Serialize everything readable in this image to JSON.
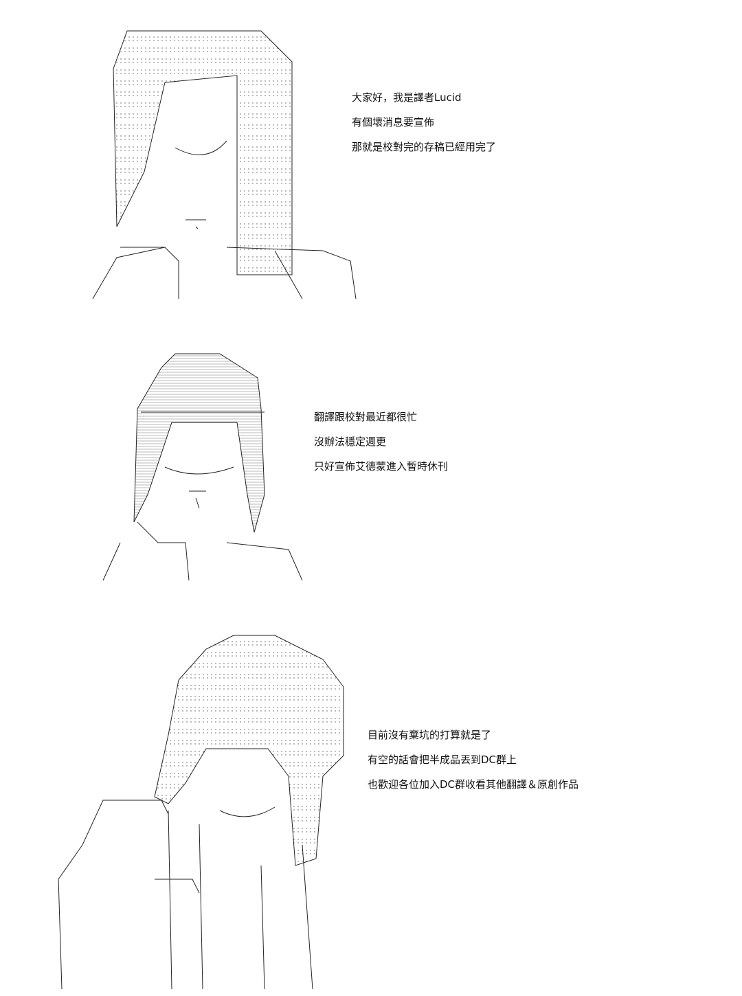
{
  "panels": [
    {
      "lines": [
        "大家好，我是譯者Lucid",
        "有個壞消息要宣佈",
        "那就是校對完的存稿已經用完了"
      ]
    },
    {
      "lines": [
        "翻譯跟校對最近都很忙",
        "沒辦法穩定週更",
        "只好宣佈艾德蒙進入暫時休刊"
      ]
    },
    {
      "lines": [
        "目前沒有棄坑的打算就是了",
        "有空的話會把半成品丟到DC群上",
        "也歡迎各位加入DC群收看其他翻譯＆原創作品"
      ]
    }
  ],
  "colors": {
    "ink": "#111111",
    "background": "#ffffff"
  }
}
